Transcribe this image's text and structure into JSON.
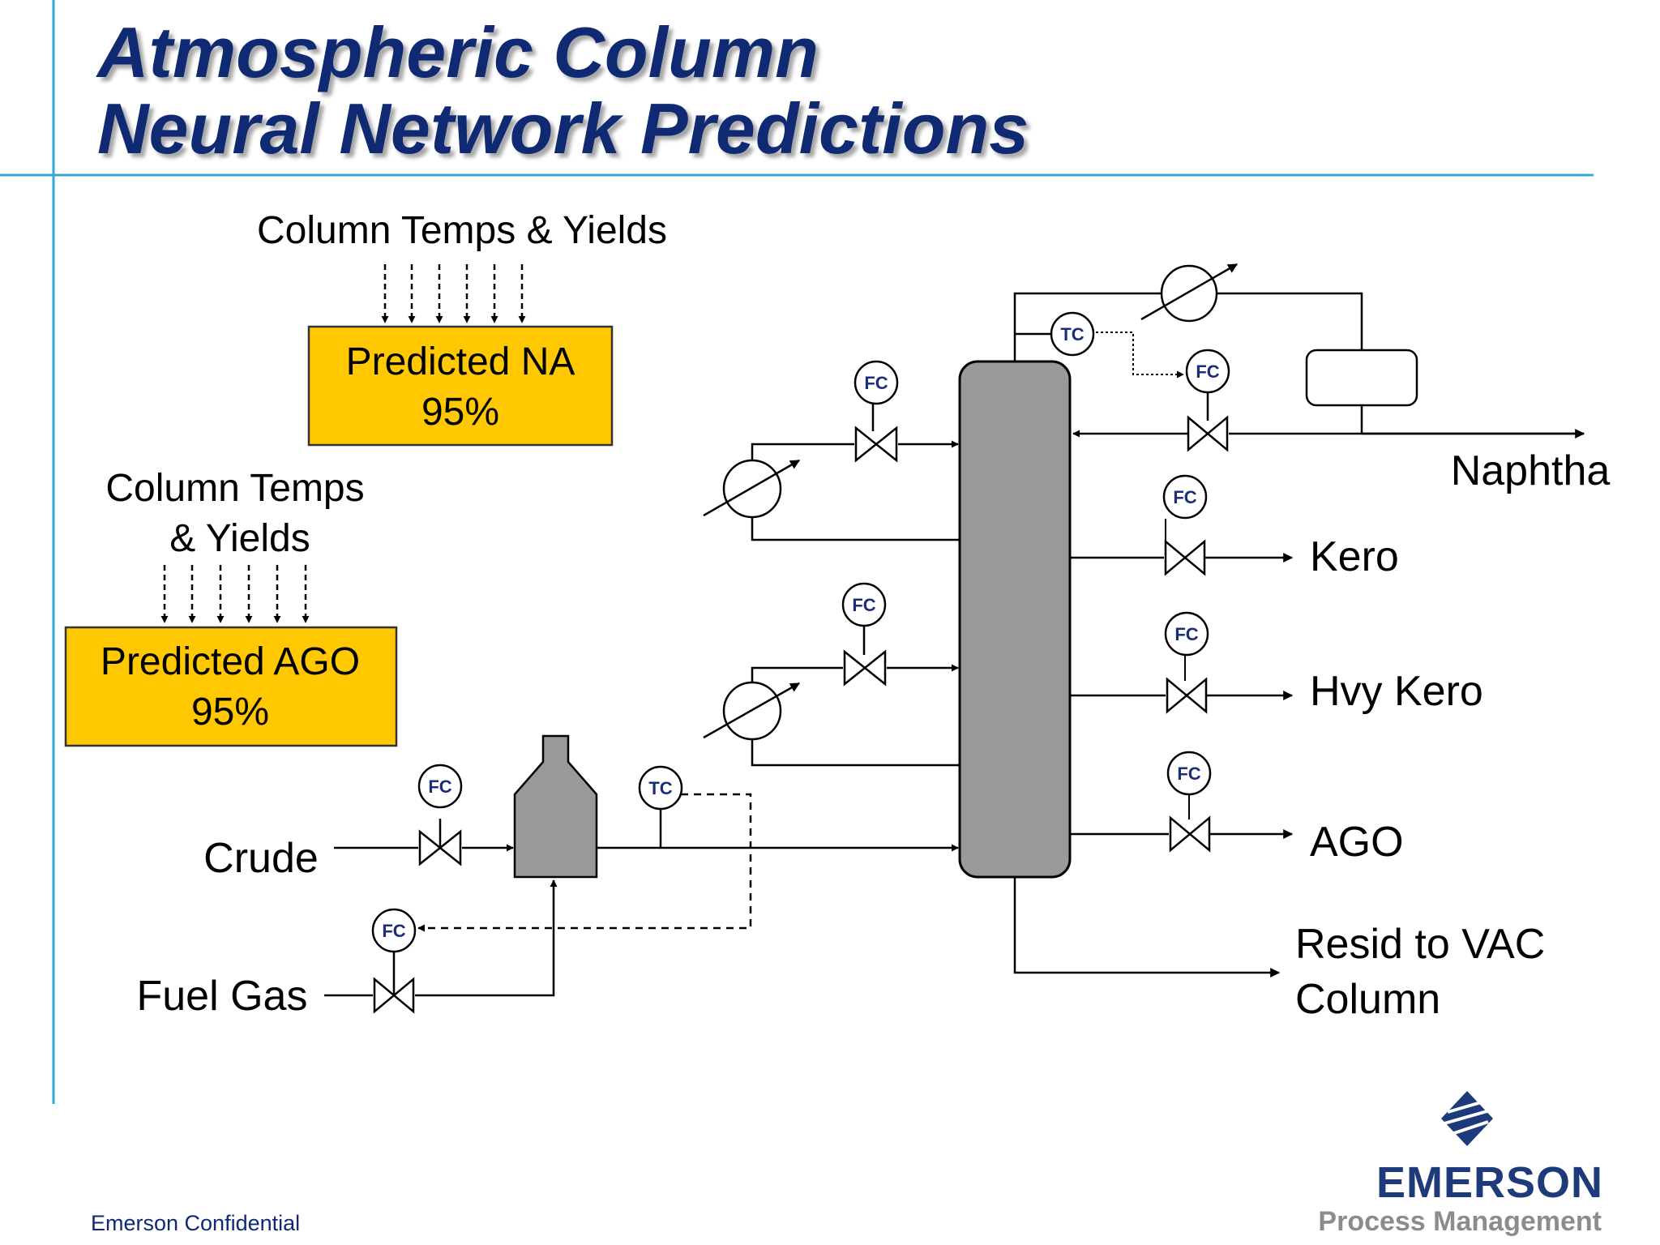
{
  "title": {
    "line1": "Atmospheric Column",
    "line2": "Neural Network Predictions"
  },
  "prediction_na": {
    "inputs_label": "Column Temps & Yields",
    "title": "Predicted NA",
    "value": "95%"
  },
  "prediction_ago": {
    "inputs_label_line1": "Column Temps",
    "inputs_label_line2": "& Yields",
    "title": "Predicted AGO",
    "value": "95%"
  },
  "feeds": {
    "crude": "Crude",
    "fuel_gas": "Fuel Gas"
  },
  "products": {
    "naphtha": "Naphtha",
    "kero": "Kero",
    "hvy_kero": "Hvy Kero",
    "ago": "AGO",
    "resid_line1": "Resid to VAC",
    "resid_line2": "Column"
  },
  "instruments": {
    "flow_controller": "FC",
    "temp_controller": "TC"
  },
  "footer": {
    "confidential": "Emerson Confidential"
  },
  "logo": {
    "name": "EMERSON",
    "division": "Process Management"
  },
  "colors": {
    "title": "#0f2a73",
    "accent_line": "#35a7d4",
    "prediction_box": "#ffc800",
    "column_fill": "#999999",
    "instrument_text": "#1a2e7a"
  }
}
